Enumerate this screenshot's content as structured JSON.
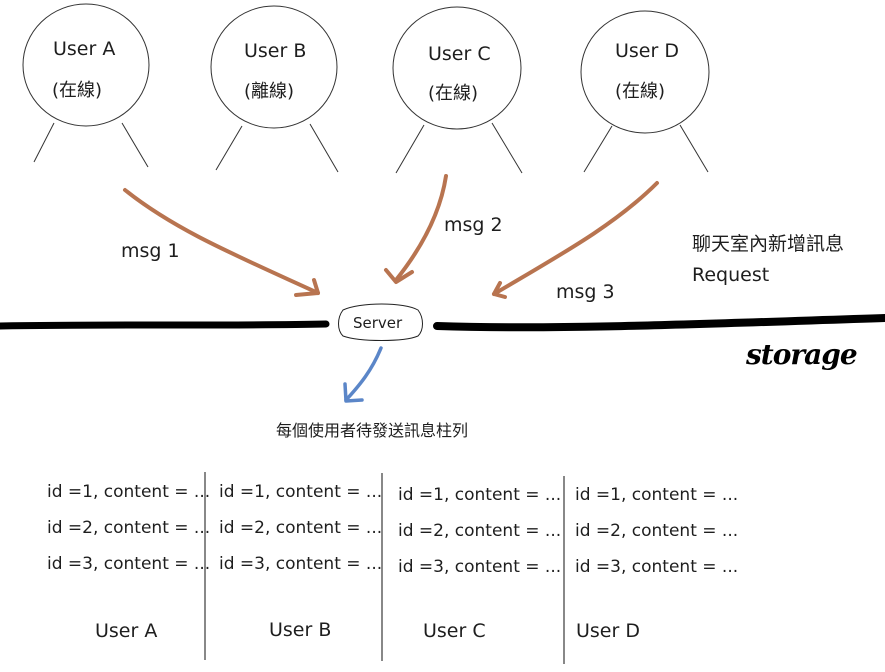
{
  "users": [
    {
      "name": "User A",
      "status": "(在線)"
    },
    {
      "name": "User B",
      "status": "(離線)"
    },
    {
      "name": "User C",
      "status": "(在線)"
    },
    {
      "name": "User D",
      "status": "(在線)"
    }
  ],
  "messages": [
    "msg 1",
    "msg 2",
    "msg 3"
  ],
  "request_label": {
    "line1": "聊天室內新增訊息",
    "line2": "Request"
  },
  "server": {
    "label": "Server"
  },
  "storage_label": "storage",
  "queue_title": "每個使用者待發送訊息柱列",
  "queues": [
    {
      "user": "User A",
      "rows": [
        "id =1, content = ...",
        "id =2, content = ...",
        "id =3, content = ..."
      ]
    },
    {
      "user": "User B",
      "rows": [
        "id =1, content = ...",
        "id =2, content = ...",
        "id =3, content = ..."
      ]
    },
    {
      "user": "User C",
      "rows": [
        "id =1, content = ...",
        "id =2, content = ...",
        "id =3, content = ..."
      ]
    },
    {
      "user": "User D",
      "rows": [
        "id =1, content = ...",
        "id =2, content = ...",
        "id =3, content = ..."
      ]
    }
  ],
  "colors": {
    "incoming_arrow": "#b87450",
    "outgoing_arrow": "#5b86c8",
    "storage_line": "#000000"
  }
}
